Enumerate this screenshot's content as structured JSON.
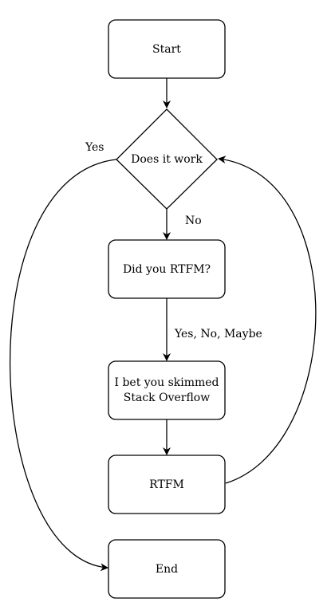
{
  "nodes": {
    "start": "Start",
    "decision": "Does it work",
    "rtfm_question": "Did you RTFM?",
    "skimmed_line1": "I bet you skimmed",
    "skimmed_line2": "Stack Overflow",
    "rtfm": "RTFM",
    "end": "End"
  },
  "edge_labels": {
    "yes": "Yes",
    "no": "No",
    "yes_no_maybe": "Yes, No, Maybe"
  }
}
